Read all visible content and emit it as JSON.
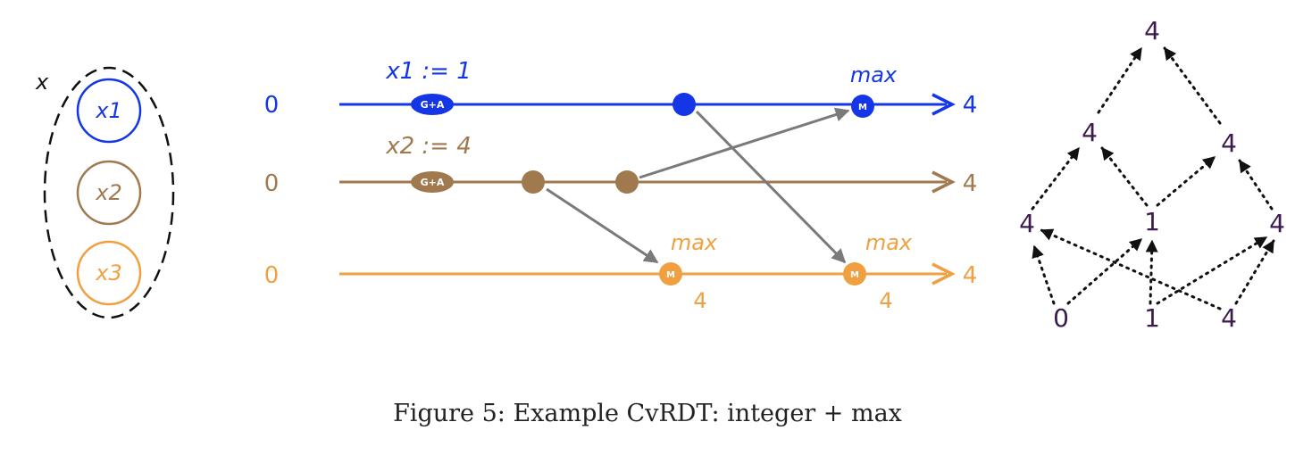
{
  "colors": {
    "r1": "#1436e6",
    "r2": "#a07a4e",
    "r3": "#f0a040",
    "arrow": "#7a7a7a",
    "lattice": "#3c1a4e",
    "ink": "#111111"
  },
  "caption": "Figure 5: Example CvRDT: integer + max",
  "object": {
    "label": "x",
    "replicas": [
      "x1",
      "x2",
      "x3"
    ]
  },
  "timelines": [
    {
      "initial": "0",
      "final": "4",
      "assignment": "x1 := 1",
      "events": [
        {
          "kind": "update",
          "badge": "G+A"
        },
        {
          "kind": "send"
        },
        {
          "kind": "merge",
          "badge": "M",
          "label": "max"
        }
      ]
    },
    {
      "initial": "0",
      "final": "4",
      "assignment": "x2 := 4",
      "events": [
        {
          "kind": "update",
          "badge": "G+A"
        },
        {
          "kind": "send"
        },
        {
          "kind": "send"
        }
      ]
    },
    {
      "initial": "0",
      "final": "4",
      "events": [
        {
          "kind": "merge",
          "badge": "M",
          "label": "max",
          "value": "4"
        },
        {
          "kind": "merge",
          "badge": "M",
          "label": "max",
          "value": "4"
        }
      ]
    }
  ],
  "lattice": {
    "top": "4",
    "level2": [
      "4",
      "4"
    ],
    "level3": [
      "4",
      "1",
      "4"
    ],
    "bottom": [
      "0",
      "1",
      "4"
    ]
  }
}
